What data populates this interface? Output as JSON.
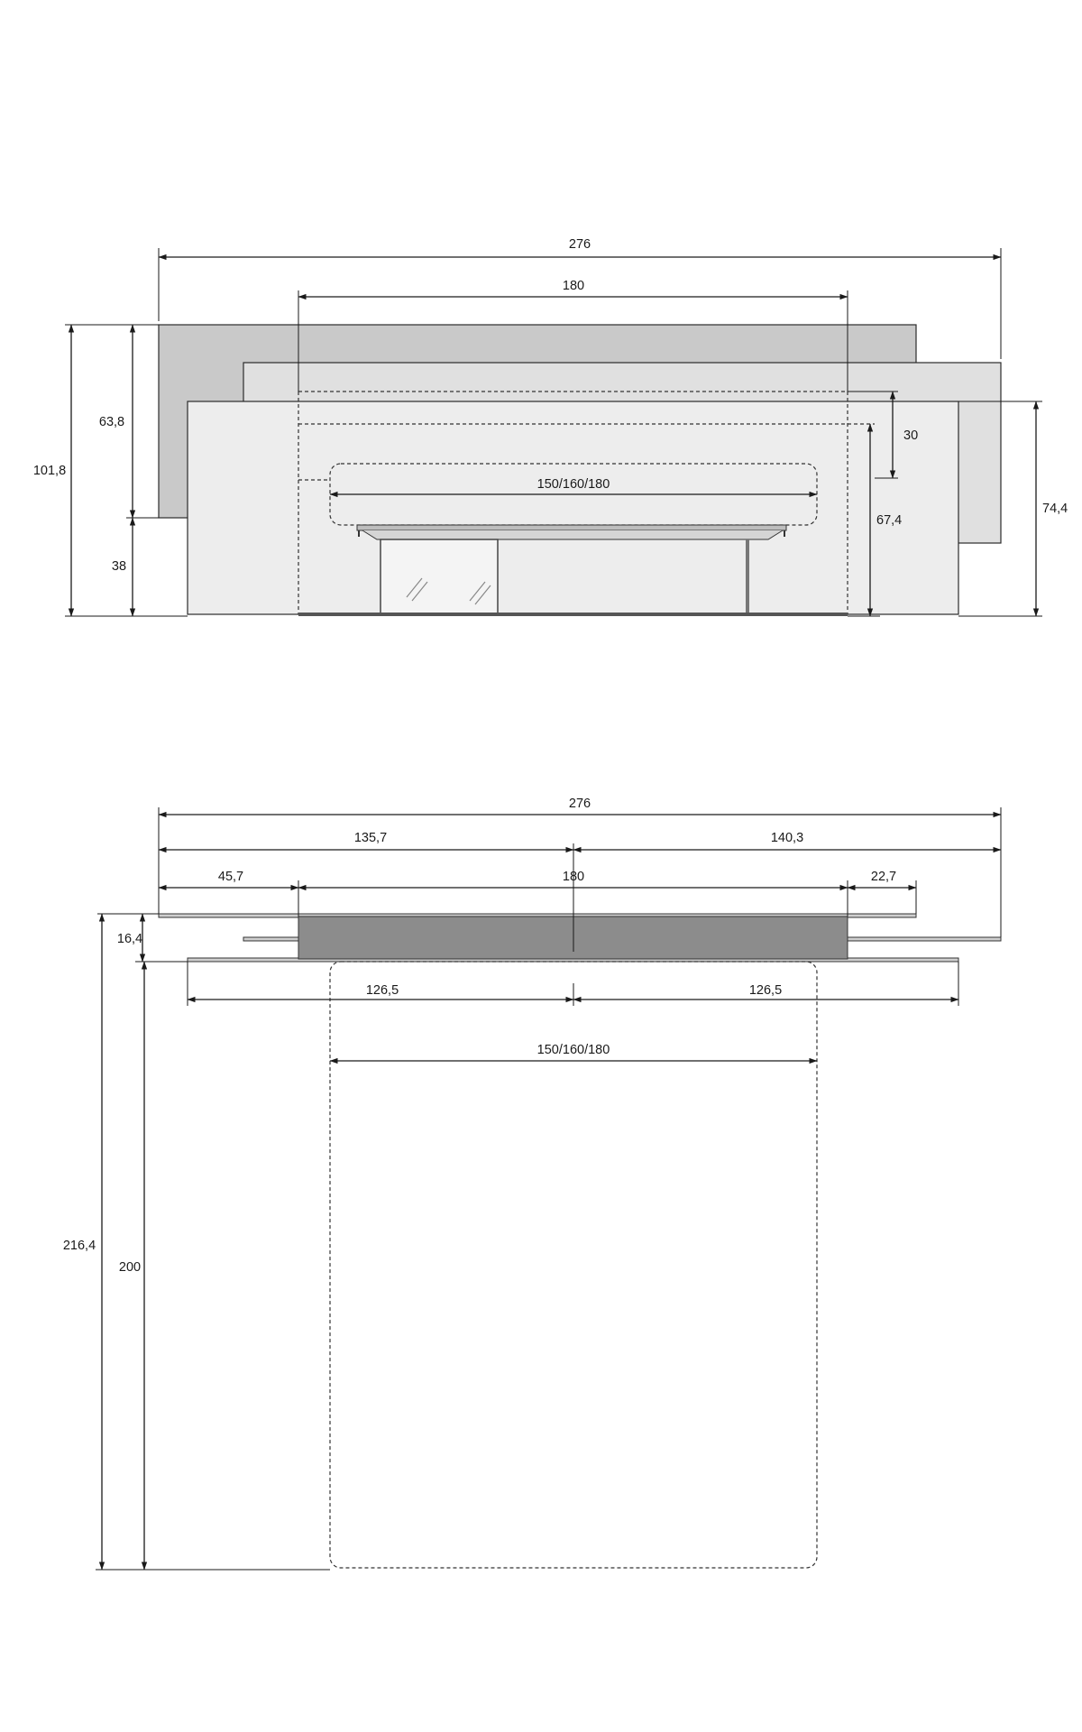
{
  "colors": {
    "panel_back": "#c9c9c9",
    "panel_mid": "#e0e0e0",
    "panel_front": "#ededed",
    "headboard_top": "#8c8c8c",
    "line": "#1a1a1a"
  },
  "front_view": {
    "total_width": "276",
    "headboard_width": "180",
    "mattress_width": "150/160/180",
    "back_panel_height": "63,8",
    "total_height": "101,8",
    "base_height": "38",
    "inset_height": "30",
    "headboard_height": "67,4",
    "front_panel_height": "74,4"
  },
  "top_view": {
    "total_width": "276",
    "left_span": "135,7",
    "right_span": "140,3",
    "left_offset": "45,7",
    "headboard_width": "180",
    "right_offset": "22,7",
    "headboard_depth": "16,4",
    "front_left": "126,5",
    "front_right": "126,5",
    "mattress_width": "150/160/180",
    "total_length": "216,4",
    "mattress_length": "200"
  }
}
